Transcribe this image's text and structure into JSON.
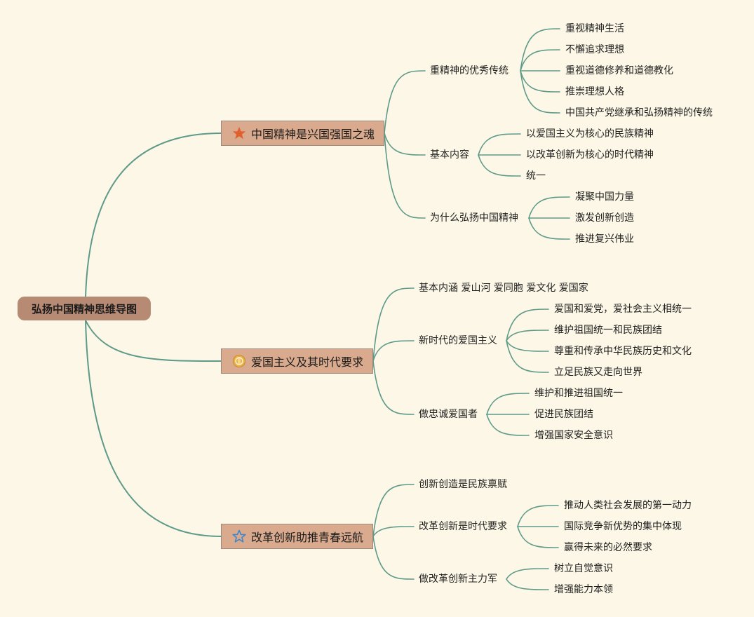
{
  "root": {
    "title": "弘扬中国精神思维导图"
  },
  "branches": [
    {
      "title": "中国精神是兴国强国之魂",
      "icon": "star-filled-icon",
      "icon_color": "#e2602e",
      "children": [
        {
          "label": "重精神的优秀传统",
          "children": [
            "重视精神生活",
            "不懈追求理想",
            "重视道德修养和道德教化",
            "推崇理想人格",
            "中国共产党继承和弘扬精神的传统"
          ]
        },
        {
          "label": "基本内容",
          "children": [
            "以爱国主义为核心的民族精神",
            "以改革创新为核心的时代精神",
            "统一"
          ]
        },
        {
          "label": "为什么弘扬中国精神",
          "children": [
            "凝聚中国力量",
            "激发创新创造",
            "推进复兴伟业"
          ]
        }
      ]
    },
    {
      "title": "爱国主义及其时代要求",
      "icon": "medal-icon",
      "icon_color": "#e9b24a",
      "children": [
        {
          "label": "基本内涵 爱山河 爱同胞 爱文化 爱国家",
          "children": []
        },
        {
          "label": "新时代的爱国主义",
          "children": [
            "爱国和爱党，爱社会主义相统一",
            "维护祖国统一和民族团结",
            "尊重和传承中华民族历史和文化",
            "立足民族又走向世界"
          ]
        },
        {
          "label": "做忠诚爱国者",
          "children": [
            "维护和推进祖国统一",
            "促进民族团结",
            "增强国家安全意识"
          ]
        }
      ]
    },
    {
      "title": "改革创新助推青春远航",
      "icon": "star-outline-icon",
      "icon_color": "#3f86c9",
      "children": [
        {
          "label": "创新创造是民族禀赋",
          "children": []
        },
        {
          "label": "改革创新是时代要求",
          "children": [
            "推动人类社会发展的第一动力",
            "国际竞争新优势的集中体现",
            "赢得未来的必然要求"
          ]
        },
        {
          "label": "做改革创新主力军",
          "children": [
            "树立自觉意识",
            "增强能力本领"
          ]
        }
      ]
    }
  ],
  "colors": {
    "background": "#fcf7e6",
    "line": "#5e9a8a",
    "root_fill": "#b68a73",
    "topic_fill": "#d9aa8d"
  }
}
